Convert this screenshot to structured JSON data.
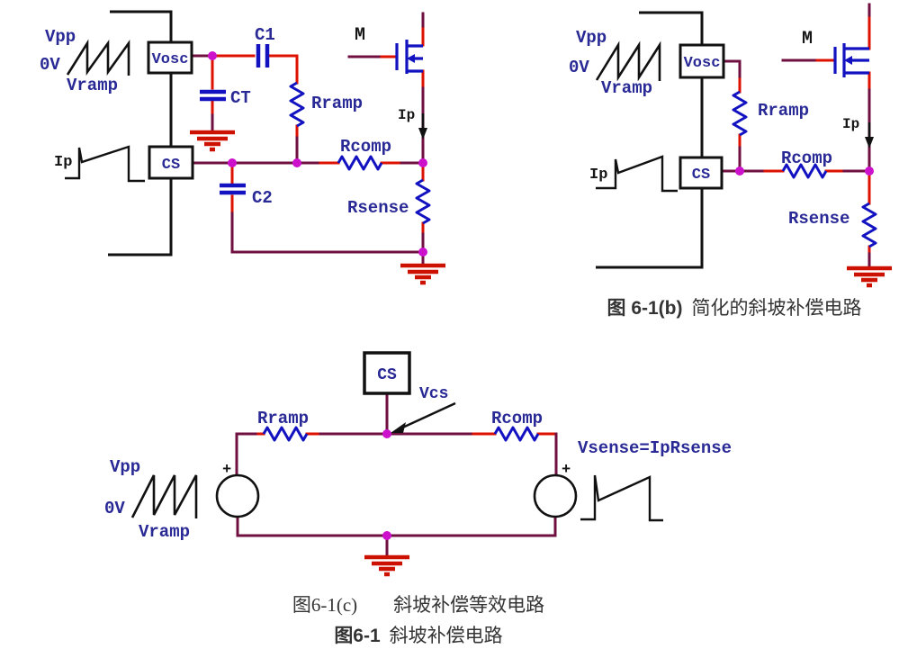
{
  "colors": {
    "wire_red": "#dd1100",
    "wire_dark": "#701040",
    "component_blue": "#1212c0",
    "junction_magenta": "#cc10cc",
    "ground_red": "#cc1100",
    "label_navy": "#2a2a96",
    "structure_black": "#111111"
  },
  "figure": {
    "circuit_a": {
      "labels": {
        "vpp": "Vpp",
        "zero_v": "0V",
        "vramp": "Vramp",
        "ip_wave": "Ip",
        "vosc": "Vosc",
        "cs": "CS",
        "c1": "C1",
        "ct": "CT",
        "c2": "C2",
        "rramp": "Rramp",
        "rcomp": "Rcomp",
        "rsense": "Rsense",
        "mosfet": "M",
        "ip_current": "Ip"
      }
    },
    "circuit_b": {
      "labels": {
        "vpp": "Vpp",
        "zero_v": "0V",
        "vramp": "Vramp",
        "ip_wave": "Ip",
        "vosc": "Vosc",
        "cs": "CS",
        "rramp": "Rramp",
        "rcomp": "Rcomp",
        "rsense": "Rsense",
        "mosfet": "M",
        "ip_current": "Ip"
      },
      "caption": {
        "fig": "图 6-1(b)",
        "title": "简化的斜坡补偿电路"
      }
    },
    "circuit_c": {
      "labels": {
        "vpp": "Vpp",
        "zero_v": "0V",
        "vramp": "Vramp",
        "cs": "CS",
        "vcs": "Vcs",
        "rramp": "Rramp",
        "rcomp": "Rcomp",
        "vsense": "Vsense=IpRsense",
        "plus_left": "+",
        "plus_right": "+"
      },
      "caption": {
        "fig": "图6-1(c)",
        "title": "斜坡补偿等效电路"
      }
    },
    "main_caption": {
      "fig": "图6-1",
      "title": "斜坡补偿电路"
    }
  }
}
